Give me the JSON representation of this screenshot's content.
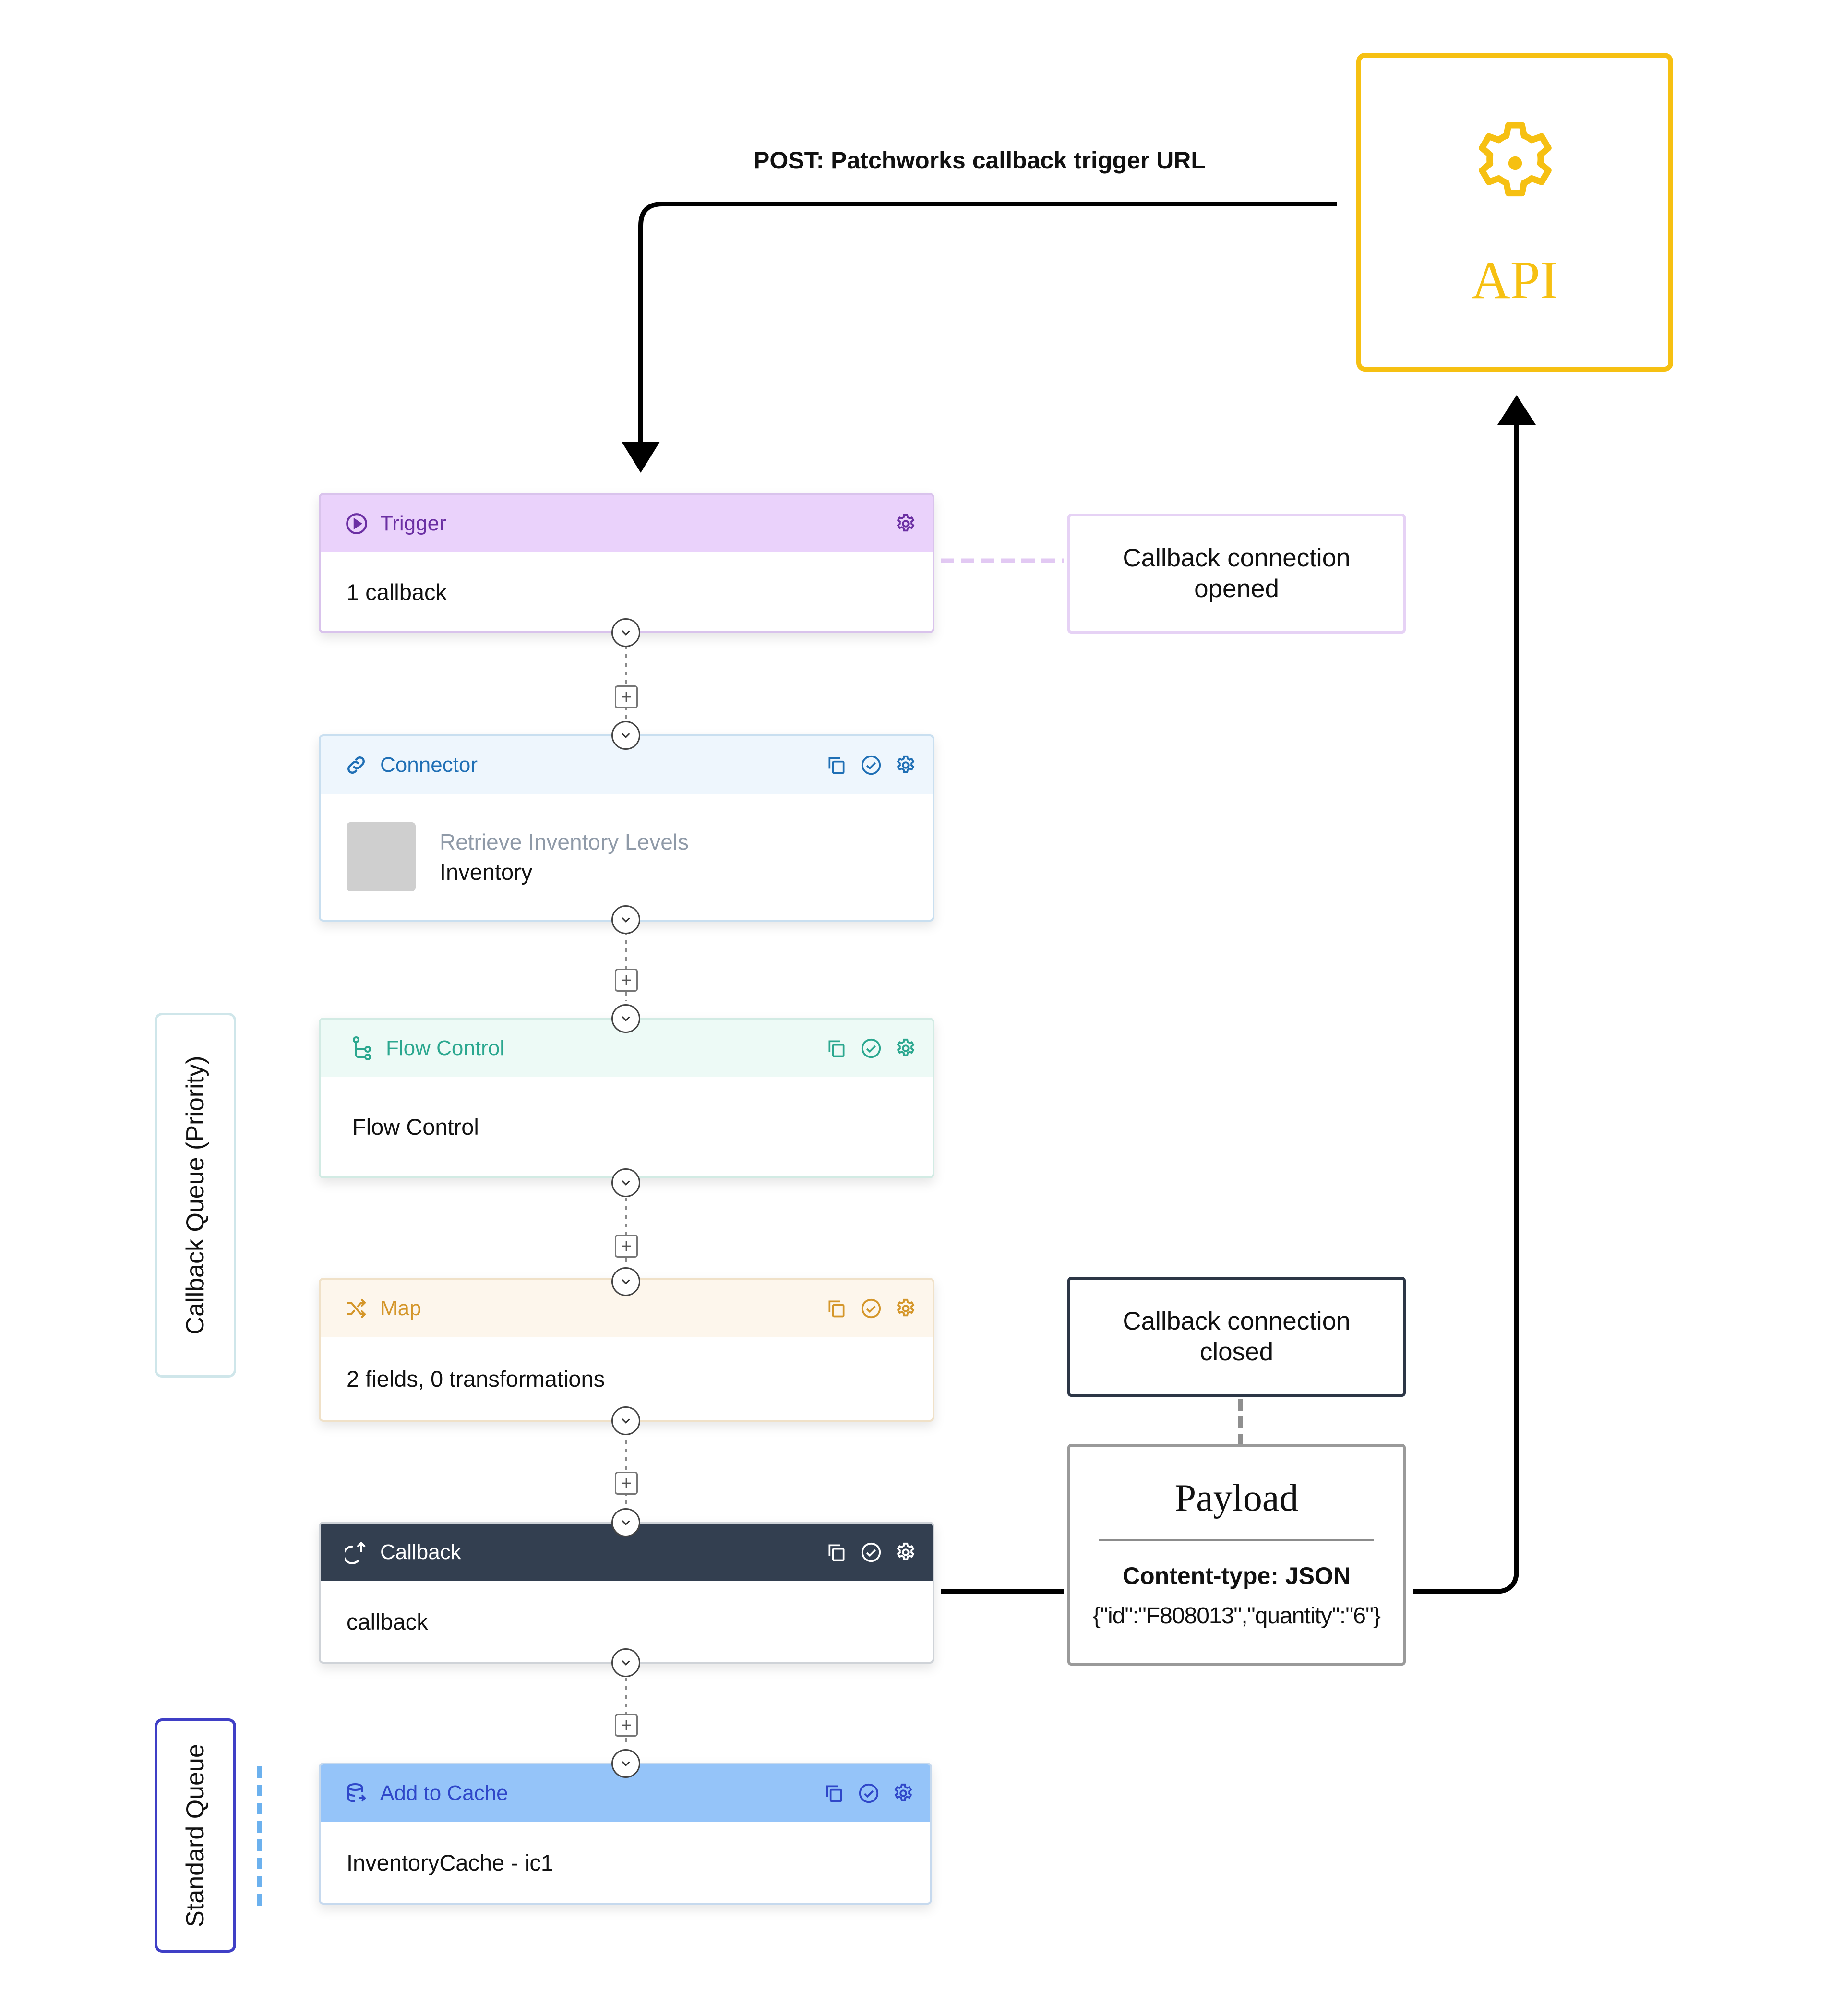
{
  "api": {
    "label": "API",
    "icon": "gear-icon",
    "color": "#f6c012"
  },
  "post_label": "POST: Patchworks callback trigger URL",
  "notes": {
    "opened": {
      "line1": "Callback connection",
      "line2": "opened"
    },
    "closed": {
      "line1": "Callback connection",
      "line2": "closed"
    }
  },
  "payload": {
    "title": "Payload",
    "content_type": "Content-type: JSON",
    "body": "{\"id\":\"F808013\",\"quantity\":\"6\"}"
  },
  "queues": {
    "priority": "Callback Queue (Priority)",
    "standard": "Standard Queue"
  },
  "steps": [
    {
      "key": "trigger",
      "title": "Trigger",
      "icon": "play-circle-icon",
      "body": "1 callback",
      "color": "#6b2fa3",
      "head_bg": "#ead2fb",
      "border": "#d9c3ec"
    },
    {
      "key": "connector",
      "title": "Connector",
      "icon": "link-icon",
      "body_sub": "Retrieve Inventory Levels",
      "body": "Inventory",
      "color": "#1f6fb5",
      "head_bg": "#eef6fd",
      "border": "#c9dff0"
    },
    {
      "key": "flow-control",
      "title": "Flow Control",
      "icon": "branch-icon",
      "body": "Flow Control",
      "color": "#2ba78f",
      "head_bg": "#edfaf6",
      "border": "#d2ebe4"
    },
    {
      "key": "map",
      "title": "Map",
      "icon": "shuffle-icon",
      "body": "2 fields, 0 transformations",
      "color": "#d4962a",
      "head_bg": "#fdf6ec",
      "border": "#f0e1c8"
    },
    {
      "key": "callback",
      "title": "Callback",
      "icon": "callback-arrow-icon",
      "body": "callback",
      "color": "#ffffff",
      "head_bg": "#333f50",
      "border": "#cfd3d8"
    },
    {
      "key": "add-to-cache",
      "title": "Add to Cache",
      "icon": "database-icon",
      "body": "InventoryCache - ic1",
      "color": "#2f47c9",
      "head_bg": "#95c4f9",
      "border": "#c6d9ee"
    }
  ],
  "step_tools": [
    "copy-icon",
    "check-circle-icon",
    "gear-icon"
  ]
}
